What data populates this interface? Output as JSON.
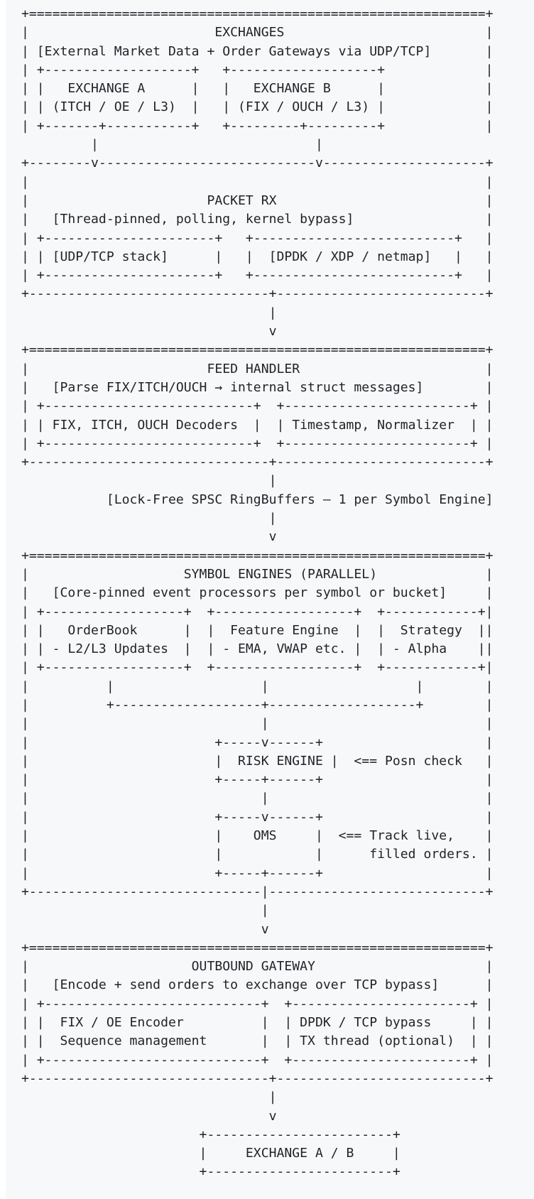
{
  "page": {
    "background": "#ffffff",
    "code_block_background": "#f6f8fa",
    "text_color": "#1f2328"
  },
  "diagram": {
    "kind": "ascii-architecture-diagram",
    "sections": [
      {
        "title": "EXCHANGES",
        "subtitle": "[External Market Data + Order Gateways via UDP/TCP]",
        "components": [
          "EXCHANGE A (ITCH / OE / L3)",
          "EXCHANGE B (FIX / OUCH / L3)"
        ]
      },
      {
        "title": "PACKET RX",
        "subtitle": "[Thread-pinned, polling, kernel bypass]",
        "components": [
          "[UDP/TCP stack]",
          "[DPDK / XDP / netmap]"
        ]
      },
      {
        "title": "FEED HANDLER",
        "subtitle": "[Parse FIX/ITCH/OUCH → internal struct messages]",
        "components": [
          "FIX, ITCH, OUCH Decoders",
          "Timestamp, Normalizer"
        ]
      },
      {
        "connector": "[Lock-Free SPSC RingBuffers — 1 per Symbol Engine]"
      },
      {
        "title": "SYMBOL ENGINES (PARALLEL)",
        "subtitle": "[Core-pinned event processors per symbol or bucket]",
        "components": [
          "OrderBook - L2/L3 Updates",
          "Feature Engine - EMA, VWAP etc.",
          "Strategy - Alpha",
          "RISK ENGINE <== Posn check",
          "OMS <== Track live, filled orders."
        ]
      },
      {
        "title": "OUTBOUND GATEWAY",
        "subtitle": "[Encode + send orders to exchange over TCP bypass]",
        "components": [
          "FIX / OE Encoder, Sequence management",
          "DPDK / TCP bypass, TX thread (optional)"
        ]
      },
      {
        "title": "EXCHANGE A / B"
      }
    ],
    "lines": [
      "+===========================================================+",
      "|                        EXCHANGES                          |",
      "| [External Market Data + Order Gateways via UDP/TCP]       |",
      "| +-------------------+   +-------------------+             |",
      "| |   EXCHANGE A      |   |   EXCHANGE B      |             |",
      "| | (ITCH / OE / L3)  |   | (FIX / OUCH / L3) |             |",
      "| +-------+-----------+   +---------+---------+             |",
      "         |                            |",
      "+--------v----------------------------v---------------------+",
      "|                                                           |",
      "|                       PACKET RX                           |",
      "|   [Thread-pinned, polling, kernel bypass]                 |",
      "| +----------------------+   +--------------------------+   |",
      "| | [UDP/TCP stack]      |   |  [DPDK / XDP / netmap]   |   |",
      "| +----------------------+   +--------------------------+   |",
      "+-------------------------------+---------------------------+",
      "                                |",
      "                                v",
      "+===========================================================+",
      "|                       FEED HANDLER                        |",
      "|   [Parse FIX/ITCH/OUCH → internal struct messages]        |",
      "| +---------------------------+  +------------------------+ |",
      "| | FIX, ITCH, OUCH Decoders  |  | Timestamp, Normalizer  | |",
      "| +---------------------------+  +------------------------+ |",
      "+-------------------------------+---------------------------+",
      "                                |",
      "           [Lock-Free SPSC RingBuffers — 1 per Symbol Engine]",
      "                                |",
      "                                v",
      "+===========================================================+",
      "|                    SYMBOL ENGINES (PARALLEL)              |",
      "|   [Core-pinned event processors per symbol or bucket]     |",
      "| +------------------+  +------------------+  +------------+|",
      "| |   OrderBook      |  |  Feature Engine  |  |  Strategy  ||",
      "| | - L2/L3 Updates  |  | - EMA, VWAP etc. |  | - Alpha    ||",
      "| +------------------+  +------------------+  +------------+|",
      "|          |                   |                   |        |",
      "|          +-------------------+-------------------+        |",
      "|                              |                            |",
      "|                        +-----v------+                     |",
      "|                        |  RISK ENGINE |  <== Posn check   |",
      "|                        +-----+------+                     |",
      "|                              |                            |",
      "|                        +-----v------+                     |",
      "|                        |    OMS     |  <== Track live,    |",
      "|                        |            |      filled orders. |",
      "|                        +-----+------+                     |",
      "+------------------------------|----------------------------+",
      "                               |",
      "                               v",
      "+===========================================================+",
      "|                     OUTBOUND GATEWAY                      |",
      "|   [Encode + send orders to exchange over TCP bypass]      |",
      "| +----------------------------+  +-----------------------+ |",
      "| |  FIX / OE Encoder          |  | DPDK / TCP bypass     | |",
      "| |  Sequence management       |  | TX thread (optional)  | |",
      "| +----------------------------+  +-----------------------+ |",
      "+-------------------------------+---------------------------+",
      "                                |",
      "                                v",
      "                       +------------------------+",
      "                       |     EXCHANGE A / B     |",
      "                       +------------------------+"
    ]
  }
}
